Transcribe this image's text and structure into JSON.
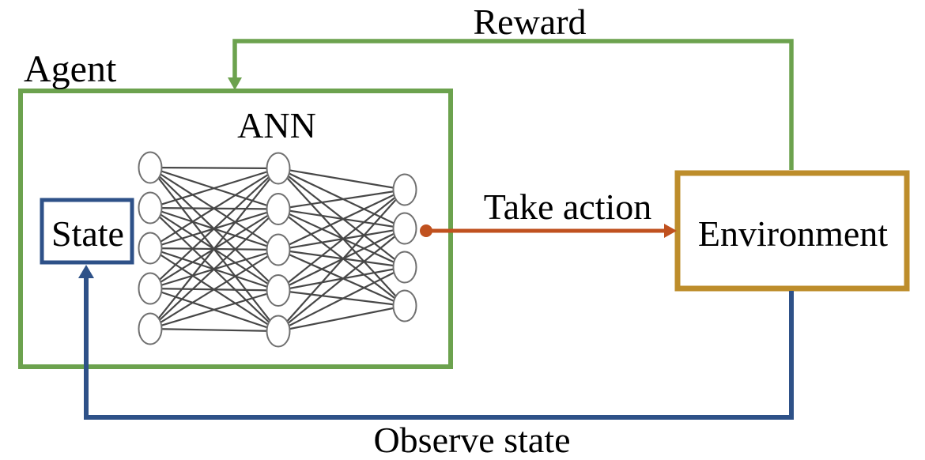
{
  "labels": {
    "agent": "Agent",
    "ann": "ANN",
    "state": "State",
    "environment": "Environment"
  },
  "arrows": {
    "reward": "Reward",
    "take_action": "Take action",
    "observe_state": "Observe state"
  },
  "colors": {
    "agent_box_green": "#6CA24E",
    "state_box_blue": "#2E5188",
    "environment_box_gold": "#BD8D2B",
    "action_arrow_red": "#C0511F",
    "network_edge_gray": "#474747",
    "node_stroke_gray": "#707070",
    "text_black": "#000000",
    "background_white": "#FFFFFF"
  },
  "network": {
    "layer_sizes": [
      5,
      5,
      4
    ]
  }
}
